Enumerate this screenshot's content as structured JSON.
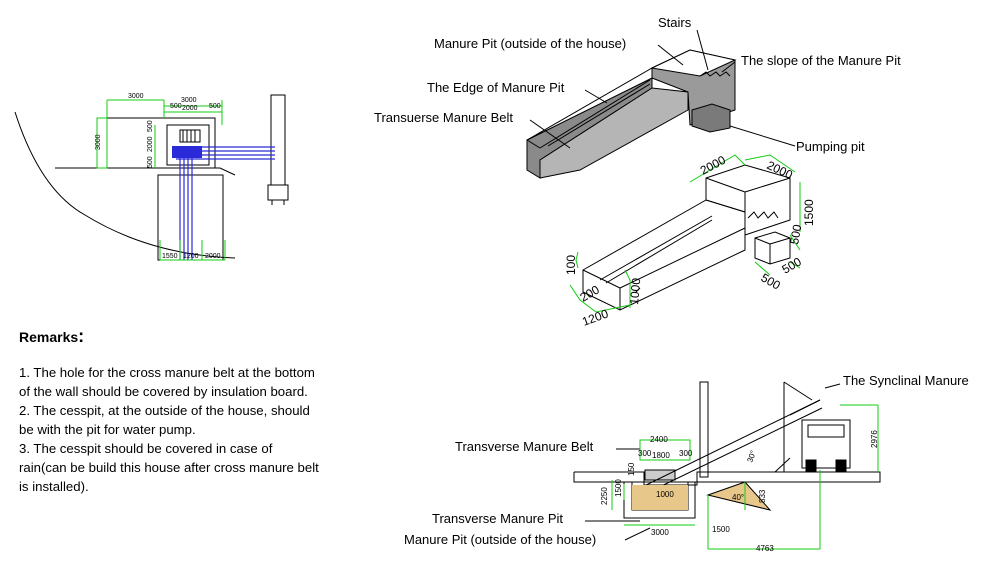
{
  "remarks": {
    "title": "Remarks",
    "items": [
      "1. The hole for the cross manure belt at the bottom of the wall should be covered by insulation board.",
      "2. The cesspit, at the outside of the house, should be with the pit for water pump.",
      "3. The cesspit should be covered in case of rain(can be build this house after cross manure belt is installed)."
    ]
  },
  "plan_view": {
    "dims": {
      "top_3000": "3000",
      "top2_3000": "3000",
      "d500a": "500",
      "d2000": "2000",
      "d500b": "500",
      "left_3000": "3000",
      "v500": "500",
      "v2000": "2000",
      "v500b": "500",
      "bot_1550": "1550",
      "bot_1200": "1200",
      "bot_2000": "2000"
    }
  },
  "iso_view": {
    "labels": {
      "stairs": "Stairs",
      "manure_pit_outside": "Manure Pit (outside of the house)",
      "slope": "The slope of the Manure Pit",
      "edge": "The Edge of Manure Pit",
      "transverse_belt": "Transuerse Manure Belt",
      "pumping_pit": "Pumping pit"
    },
    "dims": {
      "d2000a": "2000",
      "d2000b": "2000",
      "d1500": "1500",
      "d500a": "500",
      "d500b": "500",
      "d500c": "500",
      "d100": "100",
      "d200": "200",
      "d1000": "1000",
      "d1200": "1200"
    }
  },
  "section_view": {
    "labels": {
      "synclinal": "The Synclinal Manure",
      "transverse_belt": "Transverse Manure Belt",
      "transverse_pit": "Transverse Manure Pit",
      "manure_pit_outside": "Manure Pit (outside of the house)"
    },
    "dims": {
      "d2400": "2400",
      "d1800": "1800",
      "d300a": "300",
      "d300b": "300",
      "d150": "150",
      "d2250": "2250",
      "d1500": "1500",
      "d1000": "1000",
      "d3000": "3000",
      "d1500b": "1500",
      "d4763": "4763",
      "d833": "833",
      "d2976": "2976",
      "angle30": "30°",
      "angle40": "40°"
    }
  }
}
